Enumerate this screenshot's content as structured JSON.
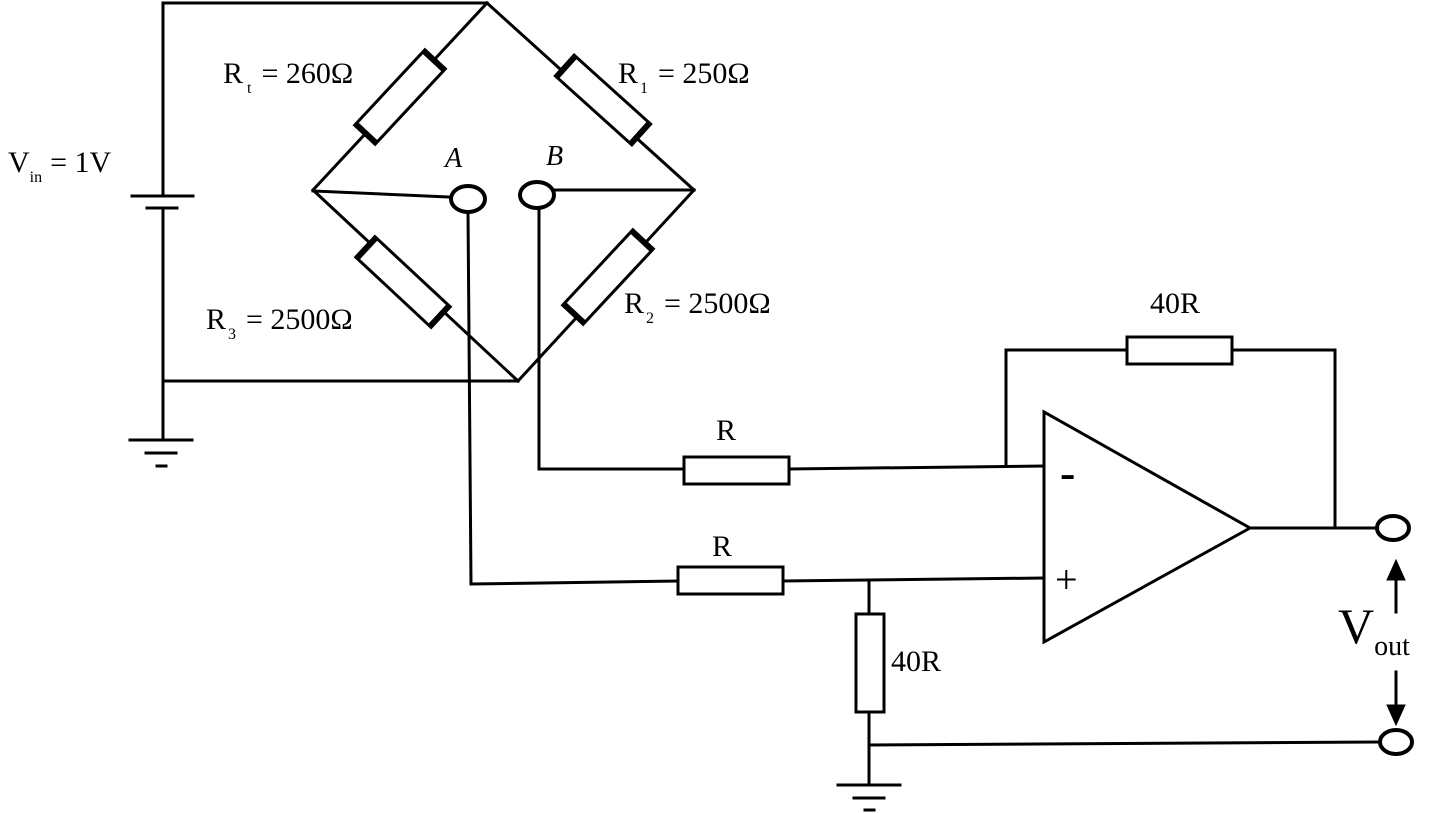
{
  "source": {
    "label_main": "V",
    "label_sub": "in",
    "label_value": "= 1V"
  },
  "bridge": {
    "rt": {
      "main": "R",
      "sub": "t",
      "value": "= 260Ω"
    },
    "r1": {
      "main": "R",
      "sub": "1",
      "value": "= 250Ω"
    },
    "r2": {
      "main": "R",
      "sub": "2",
      "value": "= 2500Ω"
    },
    "r3": {
      "main": "R",
      "sub": "3",
      "value": "= 2500Ω"
    },
    "node_a": "A",
    "node_b": "B"
  },
  "amplifier": {
    "feedback_resistor": "40R",
    "input_resistor_minus": "R",
    "input_resistor_plus": "R",
    "ground_resistor": "40R",
    "minus_sign": "-",
    "plus_sign": "+"
  },
  "output": {
    "label_main": "V",
    "label_sub": "out"
  }
}
